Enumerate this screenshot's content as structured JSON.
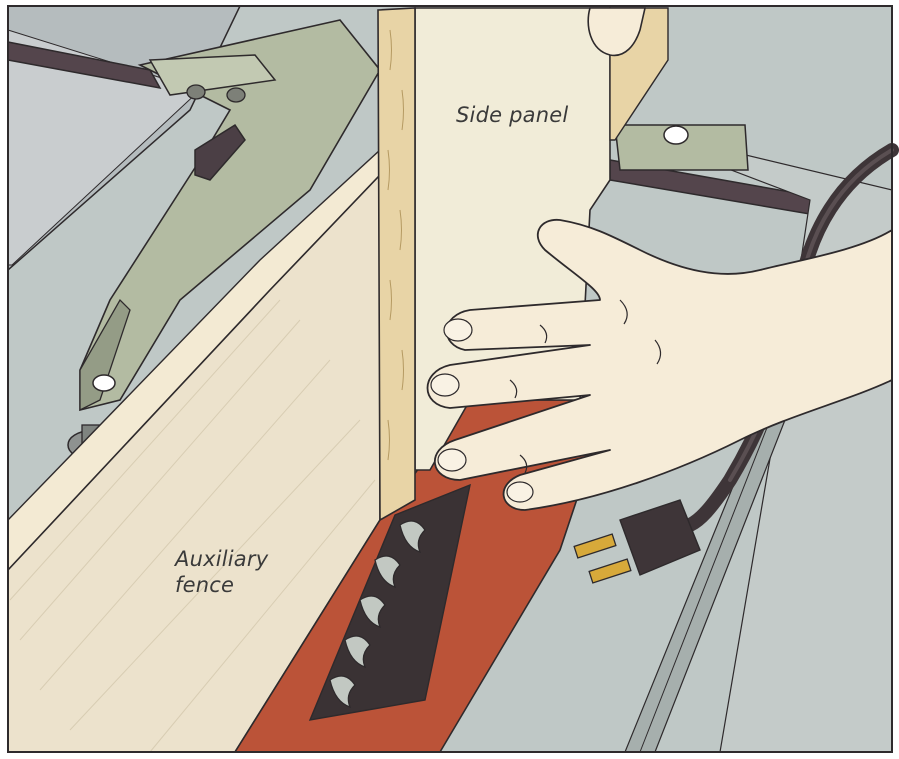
{
  "labels": {
    "side_panel": "Side panel",
    "auxiliary_fence_line1": "Auxiliary",
    "auxiliary_fence_line2": "fence"
  },
  "colors": {
    "background": "#ffffff",
    "table_top": "#bfc8c6",
    "table_top_dark": "#a9b3b1",
    "fence_rail": "#54454c",
    "fence_body": "#b3bba2",
    "fence_body_dark": "#949c86",
    "auxiliary_fence": "#ece2cc",
    "auxiliary_fence_dark": "#d8cdb3",
    "side_panel": "#f1ecd8",
    "plywood_edge": "#e8d4a6",
    "throat_plate": "#bb5338",
    "blade": "#c2c8c2",
    "hand": "#f6ecd8",
    "cord": "#3e3538",
    "plug_prongs": "#d7a93a",
    "outline": "#2e2a2c"
  }
}
